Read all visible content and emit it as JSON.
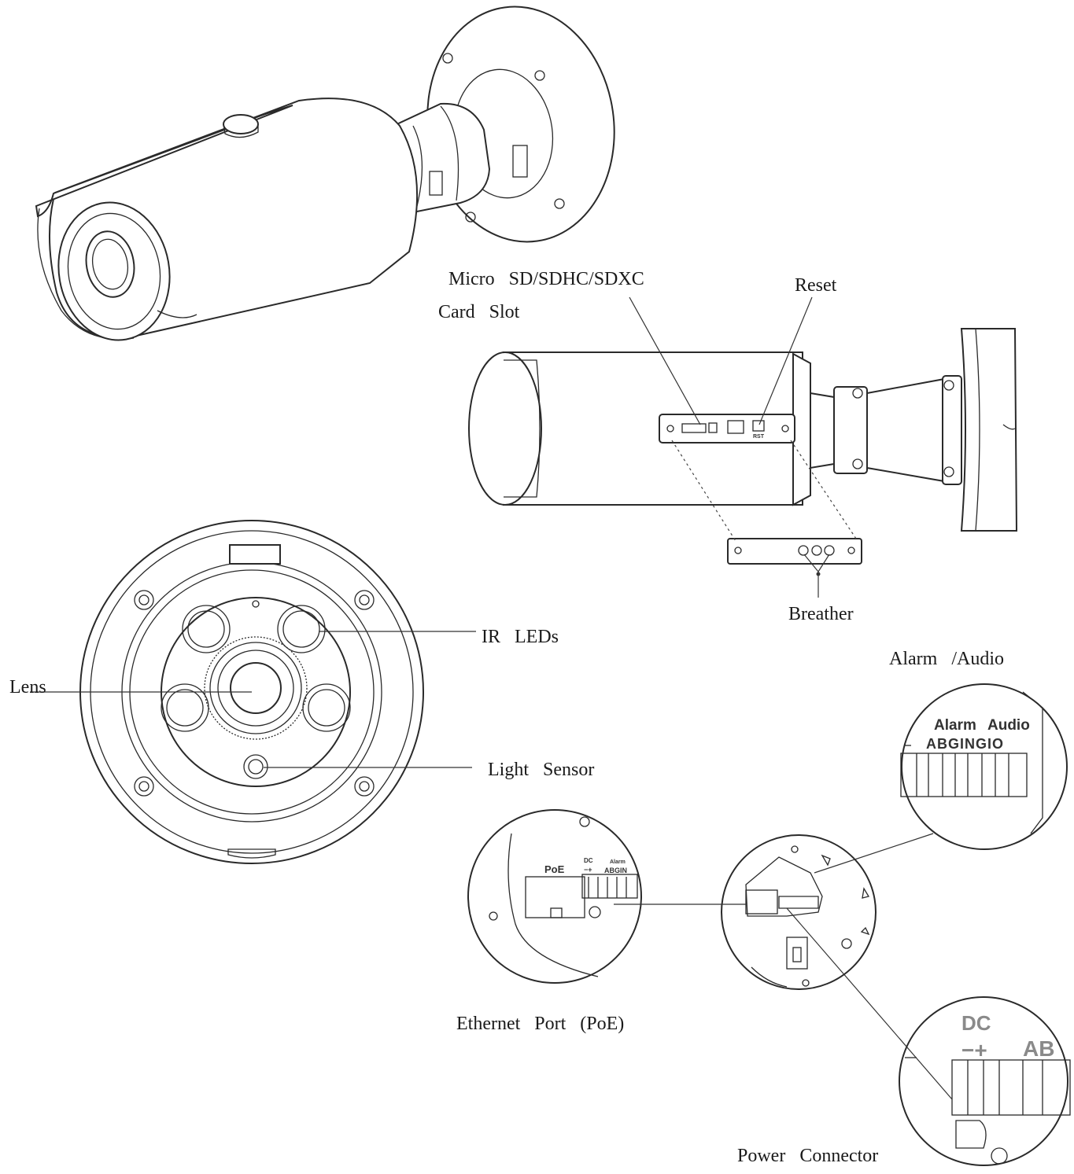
{
  "labels": {
    "sd_slot_line1": "Micro   SD/SDHC/SDXC",
    "sd_slot_line2": "Card   Slot",
    "reset": "Reset",
    "breather": "Breather",
    "ir_leds": "IR   LEDs",
    "lens": "Lens",
    "light_sensor": "Light   Sensor",
    "alarm_audio": "Alarm   /Audio",
    "ethernet_port": "Ethernet   Port   (PoE)",
    "power_connector": "Power   Connector"
  },
  "magnified": {
    "alarm_title": "Alarm",
    "audio_title": "Audio",
    "alarm_audio_pins": "ABGINGIO",
    "dc_title": "DC",
    "dc_pins": "−+",
    "dc_next_pins": "AB",
    "poe_label": "PoE",
    "poe_dc_label": "DC",
    "poe_dc_pins": "−+",
    "poe_alarm_label": "Alarm",
    "poe_alarm_pins": "ABGIN",
    "panel_rst": "RST"
  }
}
